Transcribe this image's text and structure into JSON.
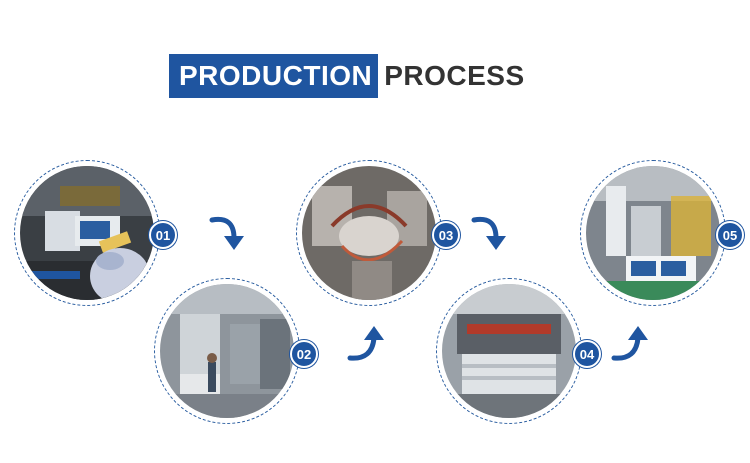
{
  "title": {
    "highlight": "PRODUCTION",
    "rest": "PROCESS"
  },
  "steps": [
    {
      "number": "01"
    },
    {
      "number": "02"
    },
    {
      "number": "03"
    },
    {
      "number": "04"
    },
    {
      "number": "05"
    }
  ],
  "colors": {
    "accent": "#1f55a0",
    "text": "#333333",
    "ring": "#2b5ea0"
  },
  "icons": [
    "curved-arrow-down-icon",
    "curved-arrow-up-icon"
  ]
}
